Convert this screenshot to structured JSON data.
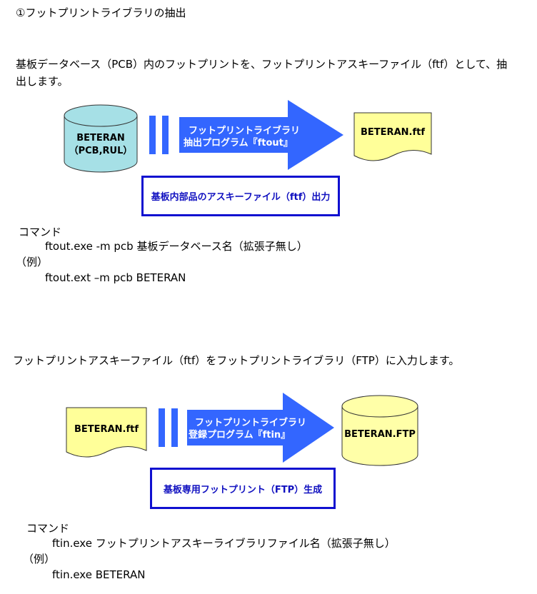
{
  "section_title": "①フットプリントライブラリの抽出",
  "section1": {
    "description_line1": "基板データベース（PCB）内のフットプリントを、フットプリントアスキーファイル（ftf）として、抽",
    "description_line2": "出します。",
    "diagram": {
      "cylinder_label_1": "BETERAN",
      "cylinder_label_2": "（PCB,RUL）",
      "arrow_label_1": "フットプリントライブラリ",
      "arrow_label_2": "抽出プログラム『ftout』",
      "document_label": "BETERAN.ftf",
      "output_box": "基板内部品のアスキーファイル（ftf）出力"
    },
    "command_label": "コマンド",
    "command_syntax": "ftout.exe -m pcb  基板データベース名（拡張子無し）",
    "example_label": "（例）",
    "example": "ftout.ext –m pcb BETERAN"
  },
  "section2": {
    "description": "フットプリントアスキーファイル（ftf）をフットプリントライブラリ（FTP）に入力します。",
    "diagram": {
      "document_label": "BETERAN.ftf",
      "arrow_label_1": "フットプリントライブラリ",
      "arrow_label_2": "登録プログラム『ftin』",
      "cylinder_label": "BETERAN.FTP",
      "output_box": "基板専用フットプリント（FTP）生成"
    },
    "command_label": "コマンド",
    "command_syntax": "ftin.exe フットプリントアスキーライブラリファイル名（拡張子無し）",
    "example_label": "（例）",
    "example": "ftin.exe BETERAN"
  },
  "colors": {
    "cylinder_fill_1": "#a6e0e6",
    "cylinder_fill_2": "#ffffa8",
    "document_fill": "#ffff99",
    "arrow_blue": "#3366ff",
    "box_border": "#1010d0"
  }
}
